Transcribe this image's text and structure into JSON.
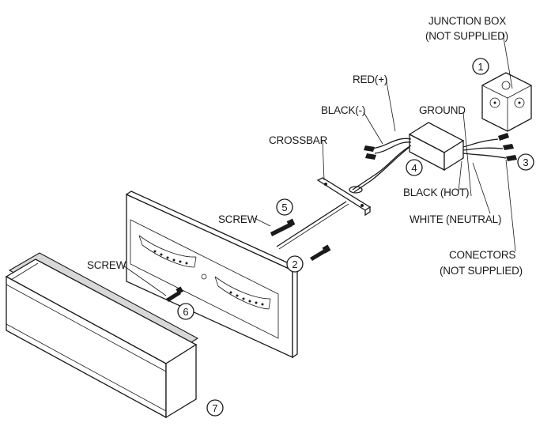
{
  "labels": {
    "junction_box_line1": "JUNCTION BOX",
    "junction_box_line2": "(NOT SUPPLIED)",
    "red_wire": "RED(+)",
    "black_wire": "BLACK(-)",
    "ground": "GROUND",
    "crossbar": "CROSSBAR",
    "screw_upper": "SCREW",
    "screw_lower": "SCREW",
    "black_hot": "BLACK (HOT)",
    "white_neutral": "WHITE (NEUTRAL)",
    "connectors_line1": "CONECTORS",
    "connectors_line2": "(NOT SUPPLIED)"
  },
  "callouts": {
    "c1": "1",
    "c2": "2",
    "c3": "3",
    "c4": "4",
    "c5": "5",
    "c6": "6",
    "c7": "7"
  }
}
